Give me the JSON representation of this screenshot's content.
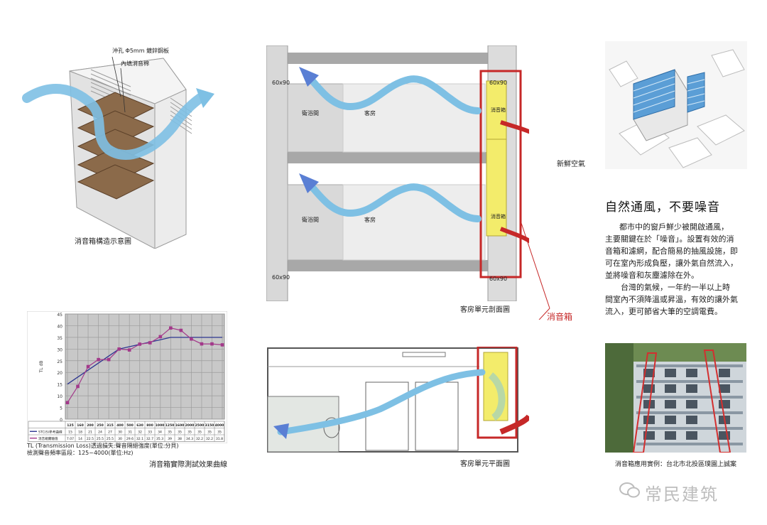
{
  "figure1": {
    "label_panel": "沖孔 Φ5mm 鍍鋅鋼板",
    "label_fill": "內填消音棉",
    "caption": "消音箱構造示意圖"
  },
  "section": {
    "room_a": "衛浴間",
    "room_b": "客房",
    "dim": "60x90",
    "box_note": "消音箱",
    "fresh_air": "新鮮空氣",
    "caption": "客房單元剖面圖"
  },
  "plan": {
    "caption": "客房單元平面圖"
  },
  "silencer_label": "消音箱",
  "article": {
    "title": "自然通風，不要噪音",
    "lines": [
      "都市中的窗戶鮮少被開啟通風，",
      "主要關鍵在於「噪音」。設置有效的消",
      "音箱和濾網，配合簡易的抽風設施，即",
      "可在室內形成負壓，讓外氣自然流入，",
      "並將噪音和灰塵濾除在外。",
      "台灣的氣候，一年約一半以上時",
      "間室內不須降溫或昇溫，有效的讓外氣",
      "流入，更可節省大筆的空調電費。"
    ]
  },
  "photo": {
    "caption": "消音箱應用實例：台北市北投區璞園上誠案"
  },
  "chart_caption": "消音箱實際測試效果曲線",
  "chart_notes": {
    "note1": "TL (Transmission Loss)透過損失:聲音隔絕強度(單位:分貝)",
    "note2": "檢測聲音頻率區段：125~4000(單位:Hz)"
  },
  "brand": "常民建筑",
  "chart_data": {
    "type": "line",
    "ylabel": "TL dB",
    "ylim": [
      0,
      45
    ],
    "yticks": [
      0,
      5,
      10,
      15,
      20,
      25,
      30,
      35,
      40,
      45
    ],
    "categories": [
      "125",
      "160",
      "200",
      "250",
      "315",
      "400",
      "500",
      "630",
      "800",
      "1000",
      "1250",
      "1600",
      "2000",
      "2500",
      "3150",
      "4000"
    ],
    "series": [
      {
        "name": "STC(S)參考曲線",
        "color": "#2c3590",
        "values": [
          15,
          18,
          21,
          24,
          27,
          30,
          31,
          32,
          33,
          34,
          35,
          35,
          35,
          35,
          35,
          35
        ]
      },
      {
        "name": "消音箱實驗值",
        "color": "#a3398a",
        "values": [
          7.07,
          14,
          22.5,
          25.5,
          25.5,
          30,
          29.6,
          32.1,
          32.7,
          35.3,
          39,
          38,
          34.3,
          32.2,
          32.2,
          31.8
        ]
      }
    ],
    "table_rows": [
      [
        "125",
        "160",
        "200",
        "250",
        "315",
        "400",
        "500",
        "630",
        "800",
        "1000",
        "1250",
        "1600",
        "2000",
        "2500",
        "3150",
        "4000"
      ],
      [
        "15",
        "18",
        "21",
        "24",
        "27",
        "30",
        "31",
        "32",
        "33",
        "34",
        "35",
        "35",
        "35",
        "35",
        "35",
        "35"
      ],
      [
        "7.07",
        "14",
        "22.5",
        "25.5",
        "25.5",
        "30",
        "29.6",
        "32.1",
        "32.7",
        "35.3",
        "39",
        "38",
        "34.3",
        "32.2",
        "32.2",
        "31.8"
      ]
    ],
    "grid": true
  }
}
